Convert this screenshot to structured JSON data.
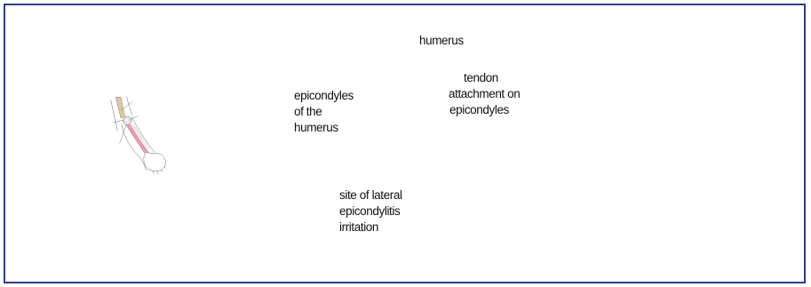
{
  "diagram": {
    "labels": {
      "humerus": "humerus",
      "tendon_1": "tendon",
      "tendon_2": "attachment on",
      "tendon_3": "epicondyles",
      "epi_1": "epicondyles",
      "epi_2": "of the",
      "epi_3": "humerus",
      "site_1": "site of lateral",
      "site_2": "epicondylitis",
      "site_3": "irritation"
    },
    "colors": {
      "border": "#2f3f86",
      "bone": "#d9c7a8",
      "muscle": "#e8a3b0",
      "ink": "#222222"
    }
  }
}
